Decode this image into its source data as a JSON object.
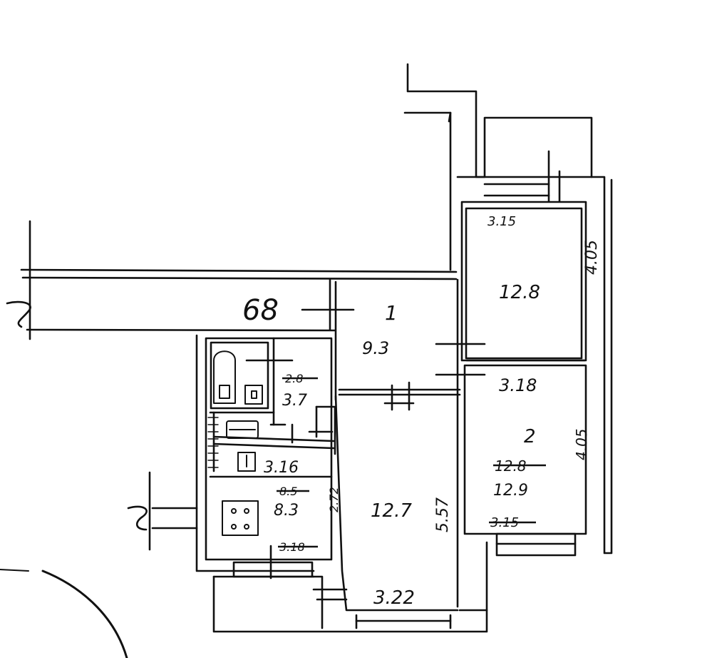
{
  "plan": {
    "building_number": "68",
    "rooms": [
      {
        "id": "hall",
        "number": "1",
        "area": "9.3"
      },
      {
        "id": "room-north",
        "area": "12.8",
        "width": "3.15",
        "length": "4.05",
        "wall_dim": "3.18"
      },
      {
        "id": "room-south",
        "number": "2",
        "area_old": "12.8",
        "area": "12.9",
        "length": "4.05",
        "width": "3.15"
      },
      {
        "id": "bathroom",
        "area_old": "2.8",
        "area": "3.7"
      },
      {
        "id": "corridor",
        "length": "3.16"
      },
      {
        "id": "kitchen",
        "area_old": "8.5",
        "area": "8.3",
        "width": "2.72",
        "length": "3.18"
      },
      {
        "id": "room-center",
        "area": "12.7",
        "length": "5.57",
        "width": "3.22"
      }
    ]
  }
}
